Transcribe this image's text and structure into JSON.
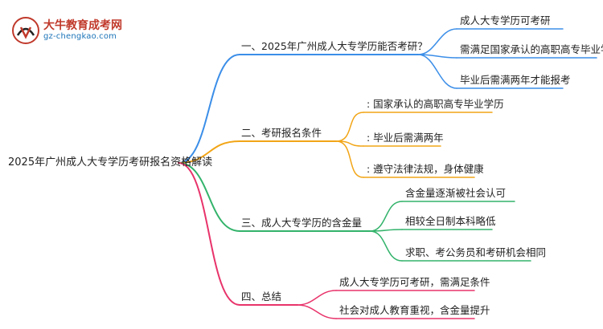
{
  "logo": {
    "name": "大牛教育成考网",
    "url": "gz-chengkao.com"
  },
  "root": "2025年广州成人大专学历考研报名资格解读",
  "branches": [
    {
      "label": "一、2025年广州成人大专学历能否考研？",
      "color": "#3b8ee8",
      "children": [
        "成人大专学历可考研",
        "需满足国家承认的高职高专毕业学历",
        "毕业后需满两年才能报考"
      ]
    },
    {
      "label": "二、考研报名条件",
      "color": "#f2a516",
      "children": [
        ": 国家承认的高职高专毕业学历",
        ": 毕业后需满两年",
        ": 遵守法律法规，身体健康"
      ]
    },
    {
      "label": "三、成人大专学历的含金量",
      "color": "#33b36b",
      "children": [
        "含金量逐渐被社会认可",
        "相较全日制本科略低",
        "求职、考公务员和考研机会相同"
      ]
    },
    {
      "label": "四、总结",
      "color": "#e8336b",
      "children": [
        "成人大专学历可考研，需满足条件",
        "社会对成人教育重视，含金量提升"
      ]
    }
  ]
}
